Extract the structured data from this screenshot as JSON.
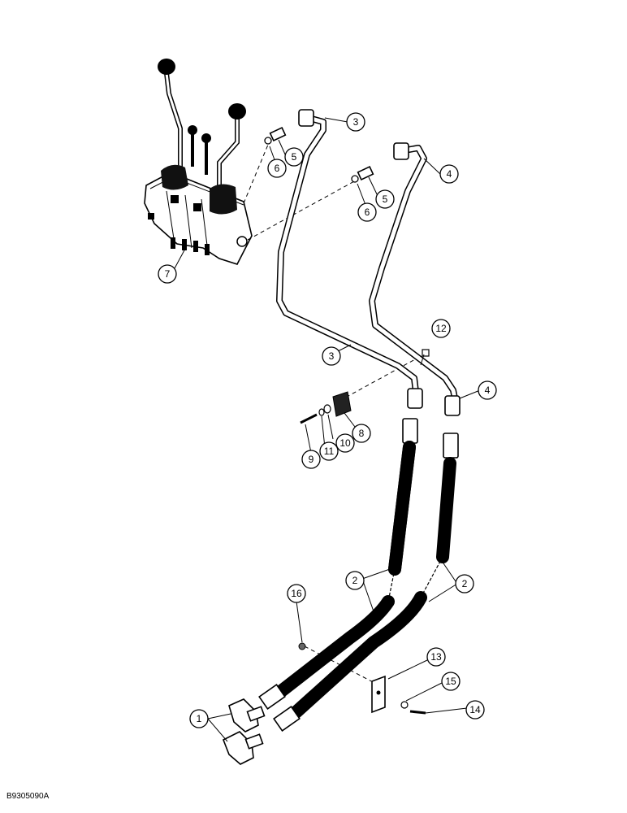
{
  "figure_code": "B9305090A",
  "callouts": [
    "1",
    "2",
    "2",
    "3",
    "3",
    "4",
    "4",
    "5",
    "5",
    "6",
    "6",
    "7",
    "8",
    "9",
    "10",
    "11",
    "12",
    "13",
    "14",
    "15",
    "16"
  ]
}
